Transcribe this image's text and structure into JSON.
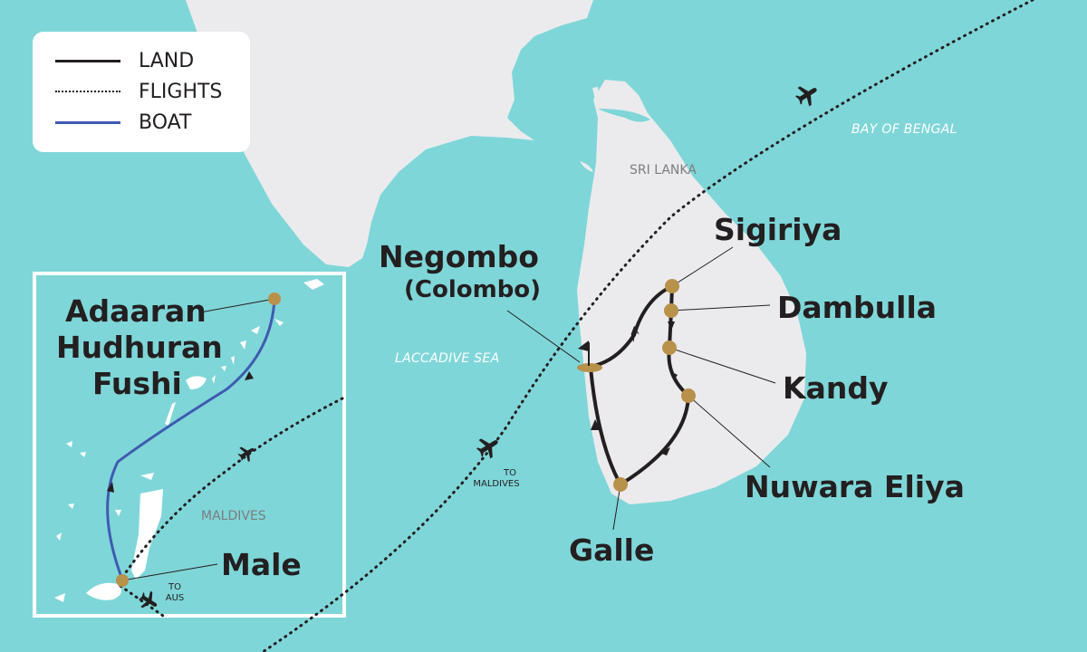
{
  "legend": {
    "items": [
      {
        "label": "LAND",
        "style": "solid",
        "color": "#231f20"
      },
      {
        "label": "FLIGHTS",
        "style": "dotted",
        "color": "#231f20"
      },
      {
        "label": "BOAT",
        "style": "solid",
        "color": "#3f5bb0"
      }
    ]
  },
  "colors": {
    "sea": "#7fd6d8",
    "land": "#ebebed",
    "island": "#ffffff",
    "route_land": "#231f20",
    "route_boat": "#3f5bb0",
    "stop_marker": "#b8914a",
    "inset_border": "#ffffff"
  },
  "regions": {
    "sri_lanka": "SRI LANKA",
    "maldives": "MALDIVES",
    "bay_of_bengal": "BAY OF BENGAL",
    "laccadive_sea": "LACCADIVE SEA"
  },
  "stops": {
    "negombo_line1": "Negombo",
    "negombo_line2": "(Colombo)",
    "sigiriya": "Sigiriya",
    "dambulla": "Dambulla",
    "kandy": "Kandy",
    "nuwara_eliya": "Nuwara Eliya",
    "galle": "Galle",
    "adaaran_line1": "Adaaran",
    "adaaran_line2": "Hudhuran",
    "adaaran_line3": "Fushi",
    "male": "Male"
  },
  "flight_notes": {
    "to_maldives_line1": "TO",
    "to_maldives_line2": "MALDIVES",
    "to_aus_line1": "TO",
    "to_aus_line2": "AUS"
  }
}
